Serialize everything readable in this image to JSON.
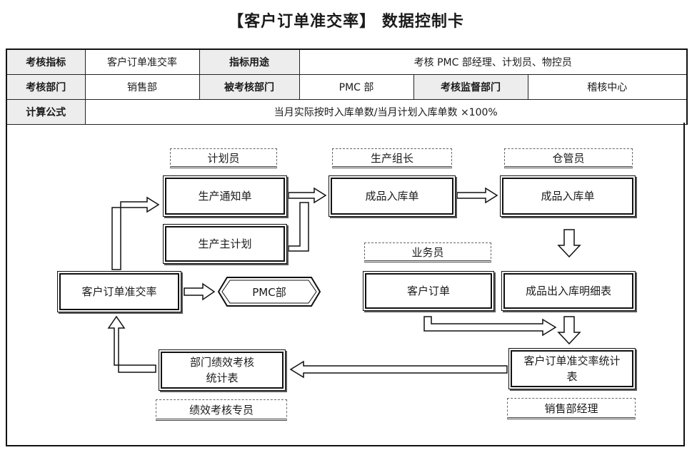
{
  "title": "【客户订单准交率】 数据控制卡",
  "info_table": {
    "kpi_label": "考核指标",
    "kpi_value": "客户订单准交率",
    "purpose_label": "指标用途",
    "purpose_value": "考核 PMC 部经理、计划员、物控员",
    "dept_label": "考核部门",
    "dept_value": "销售部",
    "assessed_label": "被考核部门",
    "assessed_value": "PMC 部",
    "supervisor_label": "考核监督部门",
    "supervisor_value": "稽核中心",
    "formula_label": "计算公式",
    "formula_value": "当月实际按时入库单数/当月计划入库单数 ×100%"
  },
  "flow": {
    "roles": {
      "planner": "计划员",
      "team_leader": "生产组长",
      "warehouse": "仓管员",
      "salesperson": "业务员",
      "assessor": "绩效考核专员",
      "sales_manager": "销售部经理"
    },
    "boxes": {
      "production_notice": "生产通知单",
      "master_plan": "生产主计划",
      "finished_in_1": "成品入库单",
      "finished_in_2": "成品入库单",
      "customer_order": "客户订单",
      "in_out_detail": "成品出入库明细表",
      "otd_rate": "客户订单准交率",
      "pmc_dept": "PMC部",
      "otd_stats": "客户订单准交率统计表",
      "dept_perf": "部门绩效考核统计表"
    }
  }
}
